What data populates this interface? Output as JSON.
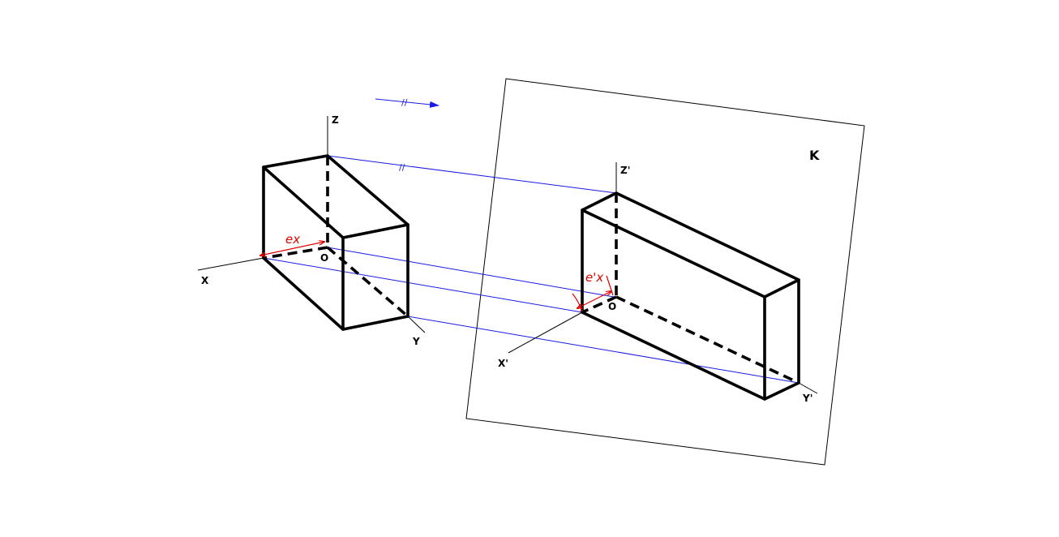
{
  "labels": {
    "z": "Z",
    "x": "X",
    "y": "Y",
    "o": "O",
    "ex": "ex",
    "z_prime": "Z'",
    "x_prime": "X'",
    "y_prime": "Y'",
    "o_prime": "O",
    "ex_prime": "e'x",
    "plane": "K",
    "parallel_mark": "//"
  },
  "colors": {
    "lines": "#000000",
    "projection": "#1a1ae6",
    "annotation": "#e00000"
  }
}
